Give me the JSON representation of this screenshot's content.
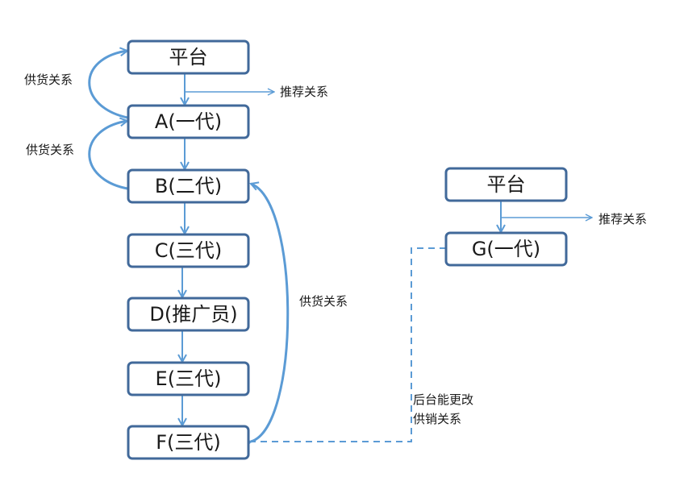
{
  "colors": {
    "box_stroke": "#41699a",
    "box_fill": "#ffffff",
    "arrow": "#5b9bd5",
    "text": "#1a1a1a"
  },
  "nodes": {
    "platform": "平台",
    "a": "A(一代)",
    "b": "B(二代)",
    "c": "C(三代)",
    "d": "D(推广员)",
    "e": "E(三代)",
    "f": "F(三代)",
    "platform2": "平台",
    "g": "G(一代)"
  },
  "labels": {
    "supply1": "供货关系",
    "supply2": "供货关系",
    "supply3": "供货关系",
    "recommend1": "推荐关系",
    "recommend2": "推荐关系",
    "backend_line1": "后台能更改",
    "backend_line2": "供销关系"
  }
}
